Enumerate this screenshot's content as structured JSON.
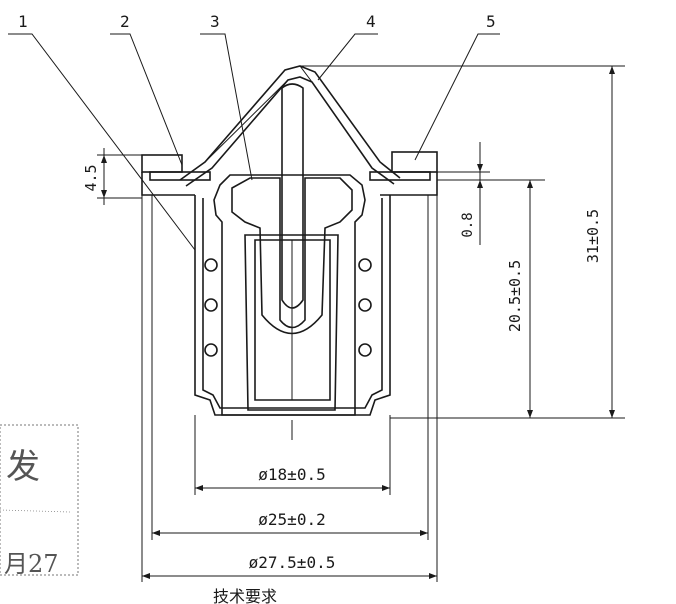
{
  "callouts": {
    "c1": "1",
    "c2": "2",
    "c3": "3",
    "c4": "4",
    "c5": "5"
  },
  "dimensions": {
    "height_45": "4.5",
    "height_08": "0.8",
    "height_205": "20.5±0.5",
    "height_31": "31±0.5",
    "dia_18": "ø18±0.5",
    "dia_25": "ø25±0.2",
    "dia_275": "ø27.5±0.5"
  },
  "caption": "技术要求",
  "margin_notes": {
    "note_a": "发",
    "note_b": "月27"
  },
  "colors": {
    "line": "#1a1a1a",
    "background": "#ffffff"
  }
}
